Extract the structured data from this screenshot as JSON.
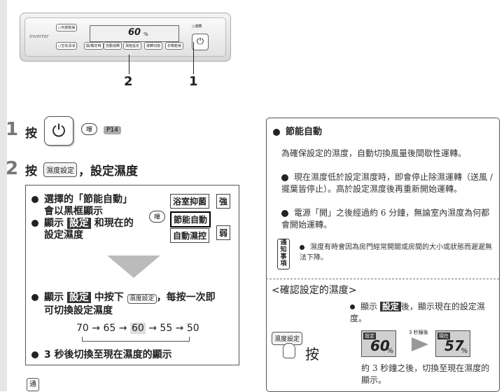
{
  "panel": {
    "brand": "inverter",
    "buttons": [
      "○內部乾燥",
      "○空氣清淨",
      "開/關定時",
      "自動運轉",
      "濕度設定",
      "運轉切換",
      "衣類乾燥"
    ],
    "lcd_value": "60",
    "lcd_unit": "%",
    "power_label": "○運轉",
    "power_symbol": "⏻",
    "callouts": [
      "2",
      "1"
    ]
  },
  "step1": {
    "number": "1",
    "label": "按",
    "beep": "嗶",
    "page_ref": "P14"
  },
  "step2": {
    "number": "2",
    "label_a": "按",
    "button": "濕度設定",
    "label_b": "，設定濕度"
  },
  "box": {
    "b1_line1": "選擇的「節能自動」",
    "b1_line2": "會以黑框顯示",
    "b2_prefix": "顯示",
    "b2_tag": "設定",
    "b2_suffix": "和現在的",
    "b2_line2": "設定濕度",
    "modes": [
      "浴室抑菌",
      "節能自動",
      "自動濕控"
    ],
    "strong": "強",
    "weak": "弱",
    "beep": "嗶",
    "b3_prefix": "顯示",
    "b3_tag": "設定",
    "b3_mid": "中按下",
    "b3_button": "濕度設定",
    "b3_suffix": "，每按一次即",
    "b3_line2": "可切換設定濕度",
    "sequence": [
      "70",
      "65",
      "60",
      "55",
      "50"
    ],
    "b4": "3 秒後切換至現在濕度的顯示"
  },
  "right": {
    "title": "節能自動",
    "intro": "為確保設定的濕度，自動切換風量後間歇性運轉。",
    "bullet1": "現在濕度低於設定濕度時，即會停止除濕運轉（送風 / 擺葉皆停止）。高於設定濕度後再重新開始運轉。",
    "bullet2": "電源「開」之後經過約 6 分鐘，無論室內濕度為何都會開始運轉。",
    "notice_label": "通知事項",
    "notice_text": "濕度有時會因為房門經常開關或房間的大小或狀態而遲遲無法下降。",
    "section2_title": "<確認設定的濕度>",
    "s2_bullet_a": "顯示",
    "s2_tag": "設定",
    "s2_bullet_b": "後，顯示現在的設定濕度。",
    "button": "濕度設定",
    "press": "按",
    "setting_tag": "設定",
    "setting_value": "60",
    "after_label": "3 秒鐘後",
    "current_tag": "現在",
    "current_value": "57",
    "unit": "%",
    "after_text": "約 3 秒鐘之後，切換至現在濕度的顯示。"
  },
  "footer_notice": "通"
}
